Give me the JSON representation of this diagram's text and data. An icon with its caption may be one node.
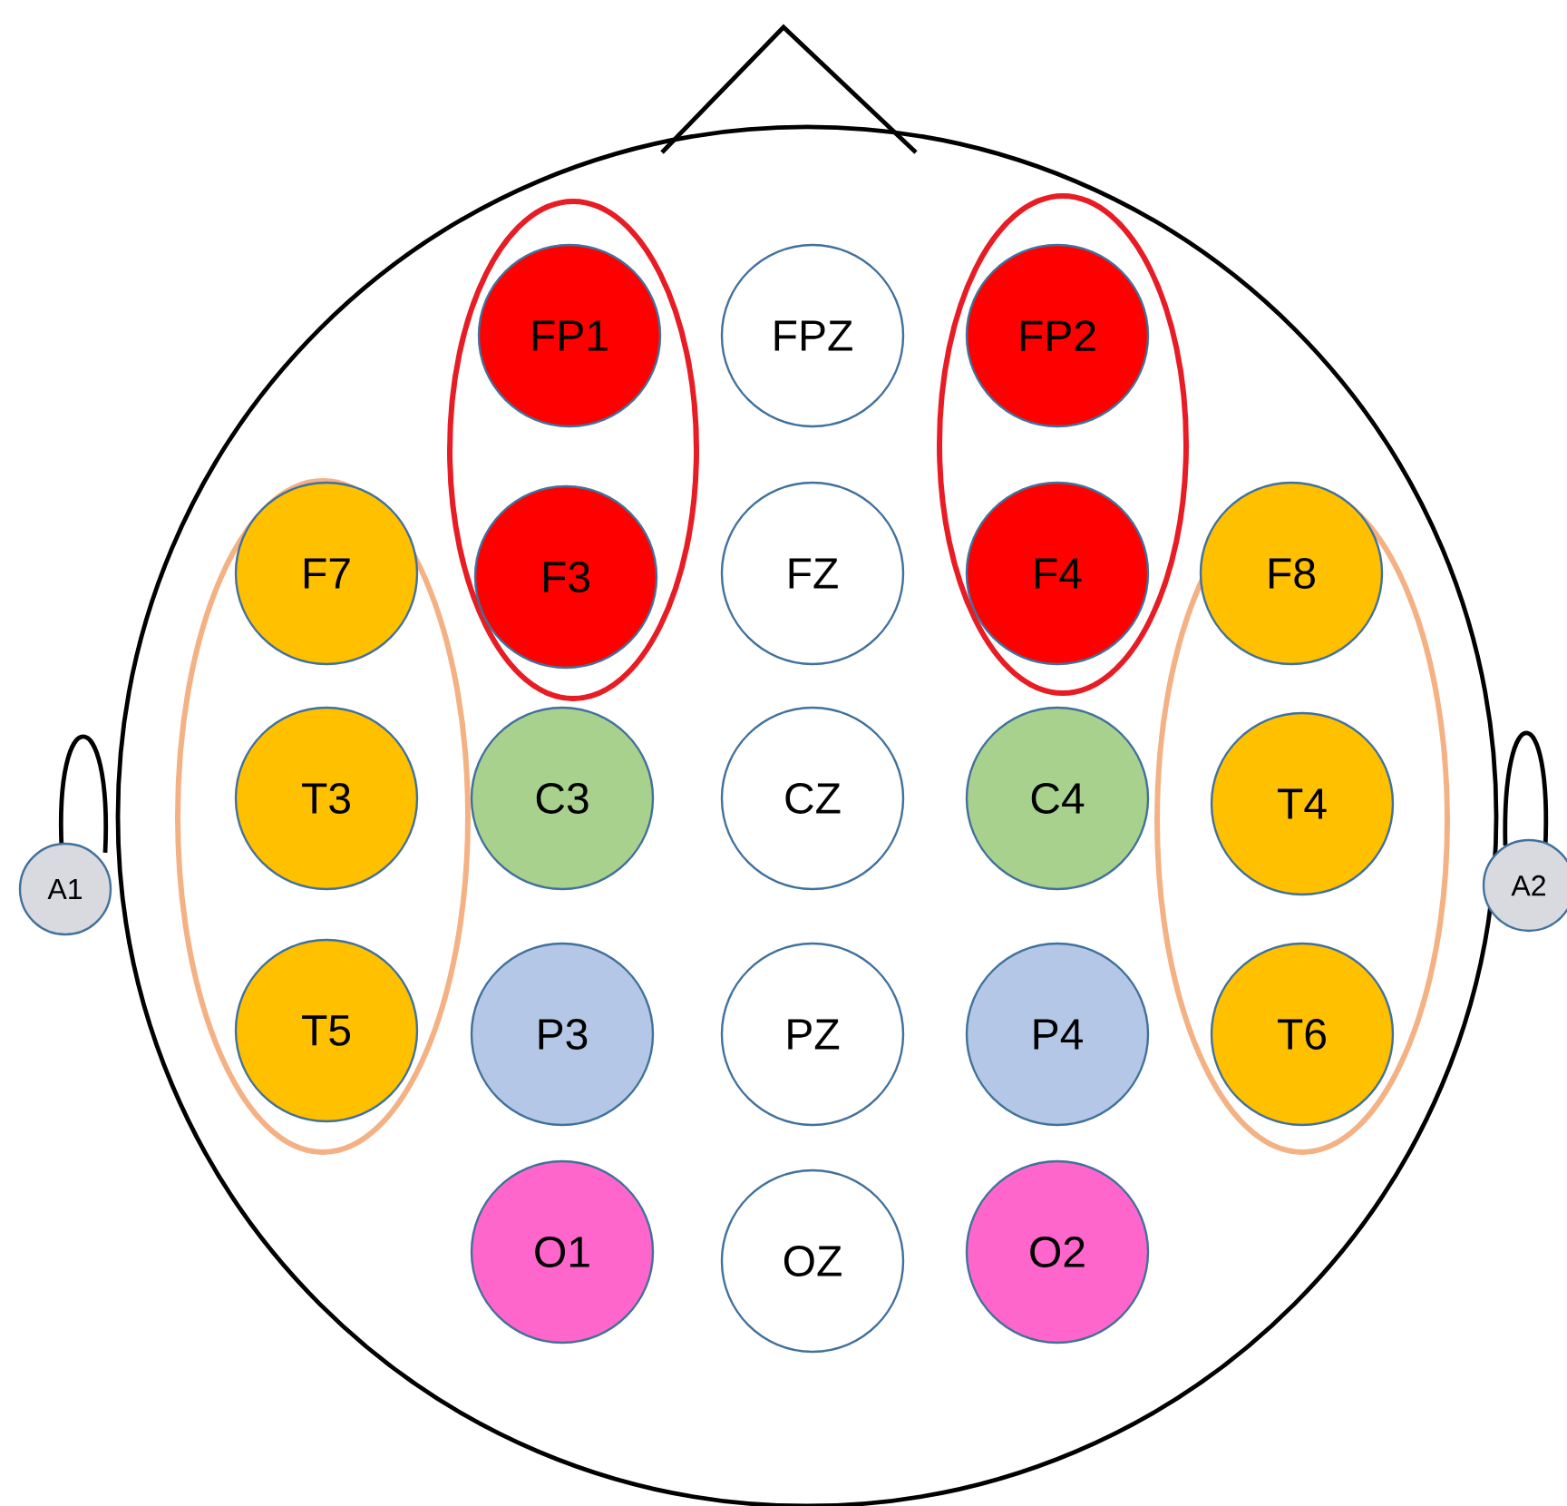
{
  "diagram": {
    "nodes": [
      {
        "text": [
          "FP1"
        ]
      },
      {
        "text": [
          "FPZ"
        ]
      },
      {
        "text": [
          "FP2"
        ]
      },
      {
        "text": [
          "F7"
        ]
      },
      {
        "text": [
          "F3"
        ]
      },
      {
        "text": [
          "FZ"
        ]
      },
      {
        "text": [
          "F4"
        ]
      },
      {
        "text": [
          "F8"
        ]
      },
      {
        "text": [
          "T3"
        ]
      },
      {
        "text": [
          "C3"
        ]
      },
      {
        "text": [
          "CZ"
        ]
      },
      {
        "text": [
          "C4"
        ]
      },
      {
        "text": [
          "T4"
        ]
      },
      {
        "text": [
          "A1"
        ]
      },
      {
        "text": [
          "A2"
        ]
      },
      {
        "text": [
          "T5"
        ]
      },
      {
        "text": [
          "P3"
        ]
      },
      {
        "text": [
          "PZ"
        ]
      },
      {
        "text": [
          "P4"
        ]
      },
      {
        "text": [
          "T6"
        ]
      },
      {
        "text": [
          "O1"
        ]
      },
      {
        "text": [
          "OZ"
        ]
      },
      {
        "text": [
          "O2"
        ]
      }
    ]
  }
}
